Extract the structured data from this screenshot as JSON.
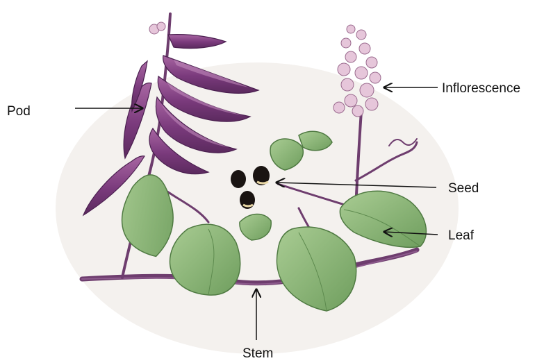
{
  "labels": {
    "pod": "Pod",
    "inflorescence": "Inflorescence",
    "seed": "Seed",
    "leaf": "Leaf",
    "stem": "Stem"
  },
  "colors": {
    "pod": "#7a3a7c",
    "pod_highlight": "#a866a2",
    "leaf": "#8fb87a",
    "leaf_dark": "#5d8a4e",
    "stem": "#6e3d6e",
    "flower": "#e6c6da",
    "seed": "#1a1412",
    "seed_hilum": "#e8d6a4",
    "arrow": "#111111"
  }
}
